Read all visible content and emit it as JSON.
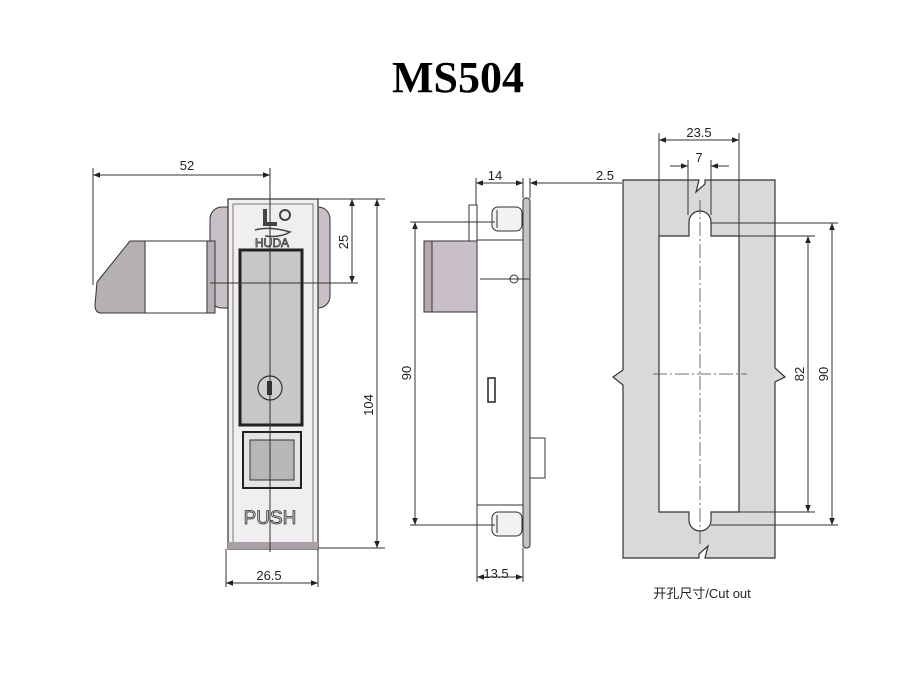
{
  "title": "MS504",
  "logo_text": "HUDA",
  "front_view": {
    "push_label": "PUSH",
    "dims": {
      "handle_reach": "52",
      "pivot_offset": "25",
      "height": "104",
      "width": "26.5"
    }
  },
  "side_view": {
    "dims": {
      "depth": "14",
      "flange": "2.5",
      "stud_spacing": "90",
      "bottom_depth": "13.5"
    }
  },
  "cutout_view": {
    "label": "开孔尺寸/Cut out",
    "dims": {
      "width": "23.5",
      "slot_width": "7",
      "hole_height": "82",
      "slot_spacing": "90"
    }
  },
  "colors": {
    "part_fill": "#c9bfc6",
    "plate_fill": "#f2f2f2",
    "cutout_fill": "#d9d9d9"
  }
}
